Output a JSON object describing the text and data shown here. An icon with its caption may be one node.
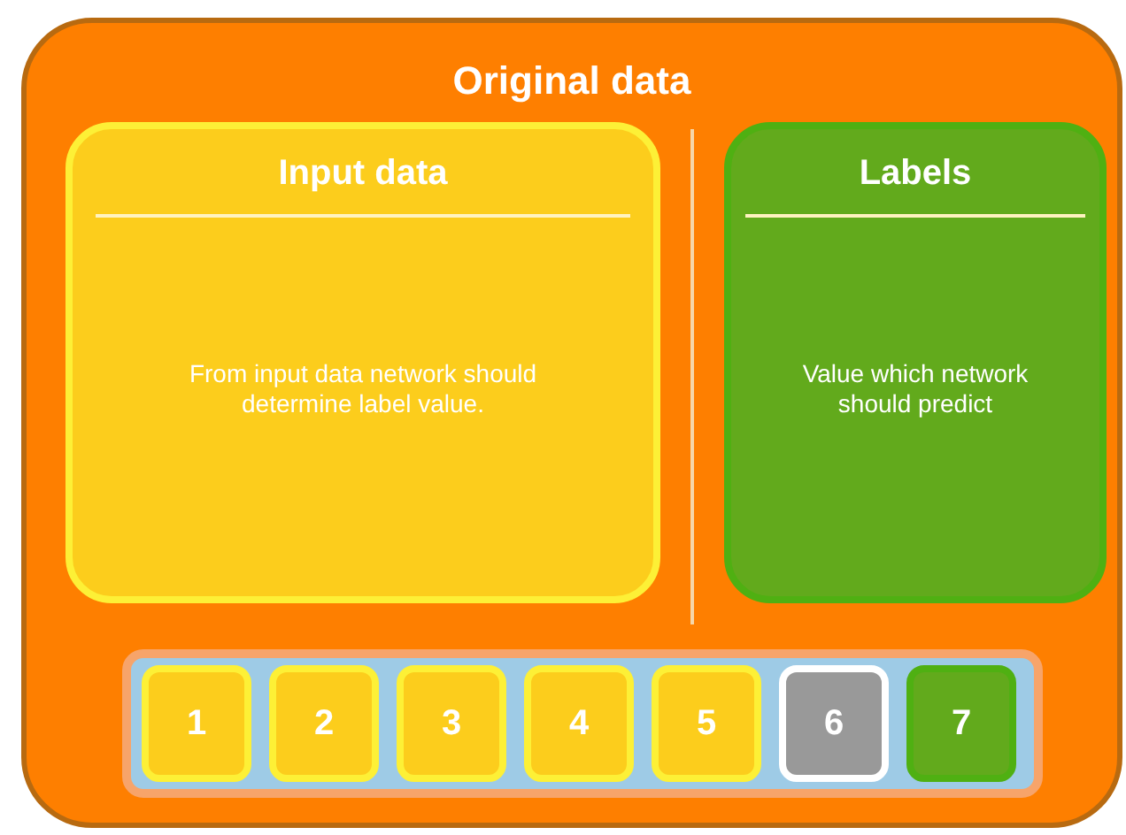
{
  "diagram": {
    "nodes": [
      {
        "text": [
          "Original data"
        ]
      },
      {
        "text": [
          "Input data",
          "From input data network should determine label value."
        ],
        "in": 0
      },
      {
        "text": [
          "Labels",
          "Value which network should predict"
        ],
        "in": 0
      },
      {
        "text": [],
        "shape": "bar",
        "in": 0
      },
      {
        "text": [
          "1"
        ],
        "in": 3
      },
      {
        "text": [
          "2"
        ],
        "in": 3
      },
      {
        "text": [
          "3"
        ],
        "in": 3
      },
      {
        "text": [
          "4"
        ],
        "in": 3
      },
      {
        "text": [
          "5"
        ],
        "in": 3
      },
      {
        "text": [
          "6"
        ],
        "in": 3
      },
      {
        "text": [
          "7"
        ],
        "in": 3
      }
    ],
    "edges": []
  }
}
